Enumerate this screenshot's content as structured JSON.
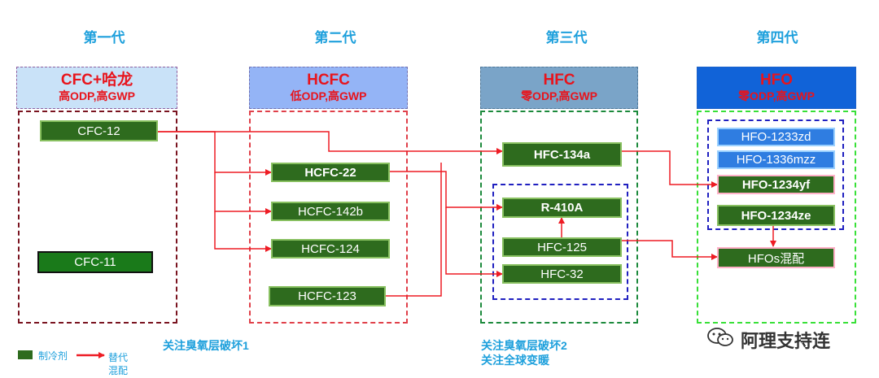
{
  "generations": [
    {
      "title": "第一代",
      "name": "CFC+哈龙",
      "property": "高ODP,高GWP"
    },
    {
      "title": "第二代",
      "name": "HCFC",
      "property": "低ODP,高GWP"
    },
    {
      "title": "第三代",
      "name": "HFC",
      "property": "零ODP,高GWP"
    },
    {
      "title": "第四代",
      "name": "HFO",
      "property": "零ODP,高GWP"
    }
  ],
  "refrigerants": {
    "cfc12": "CFC-12",
    "cfc11": "CFC-11",
    "hcfc22": "HCFC-22",
    "hcfc142b": "HCFC-142b",
    "hcfc124": "HCFC-124",
    "hcfc123": "HCFC-123",
    "hfc134a": "HFC-134a",
    "r410a": "R-410A",
    "hfc125": "HFC-125",
    "hfc32": "HFC-32",
    "hfo1233zd": "HFO-1233zd",
    "hfo1336mzz": "HFO-1336mzz",
    "hfo1234yf": "HFO-1234yf",
    "hfo1234ze": "HFO-1234ze",
    "hfos_blend": "HFOs混配"
  },
  "notes": {
    "ozone1": "关注臭氧层破坏1",
    "ozone2": "关注臭氧层破坏2",
    "warming": "关注全球变暖"
  },
  "legend": {
    "refrigerant": "制冷剂",
    "replace": "替代",
    "blend": "混配"
  },
  "watermark": "阿理支持连",
  "colors": {
    "title_blue": "#1ea0dc",
    "header_red": "#e8141c",
    "box_green": "#2e6b1e",
    "box_blue": "#2f7de1",
    "arrow_red": "#ee1c24"
  }
}
